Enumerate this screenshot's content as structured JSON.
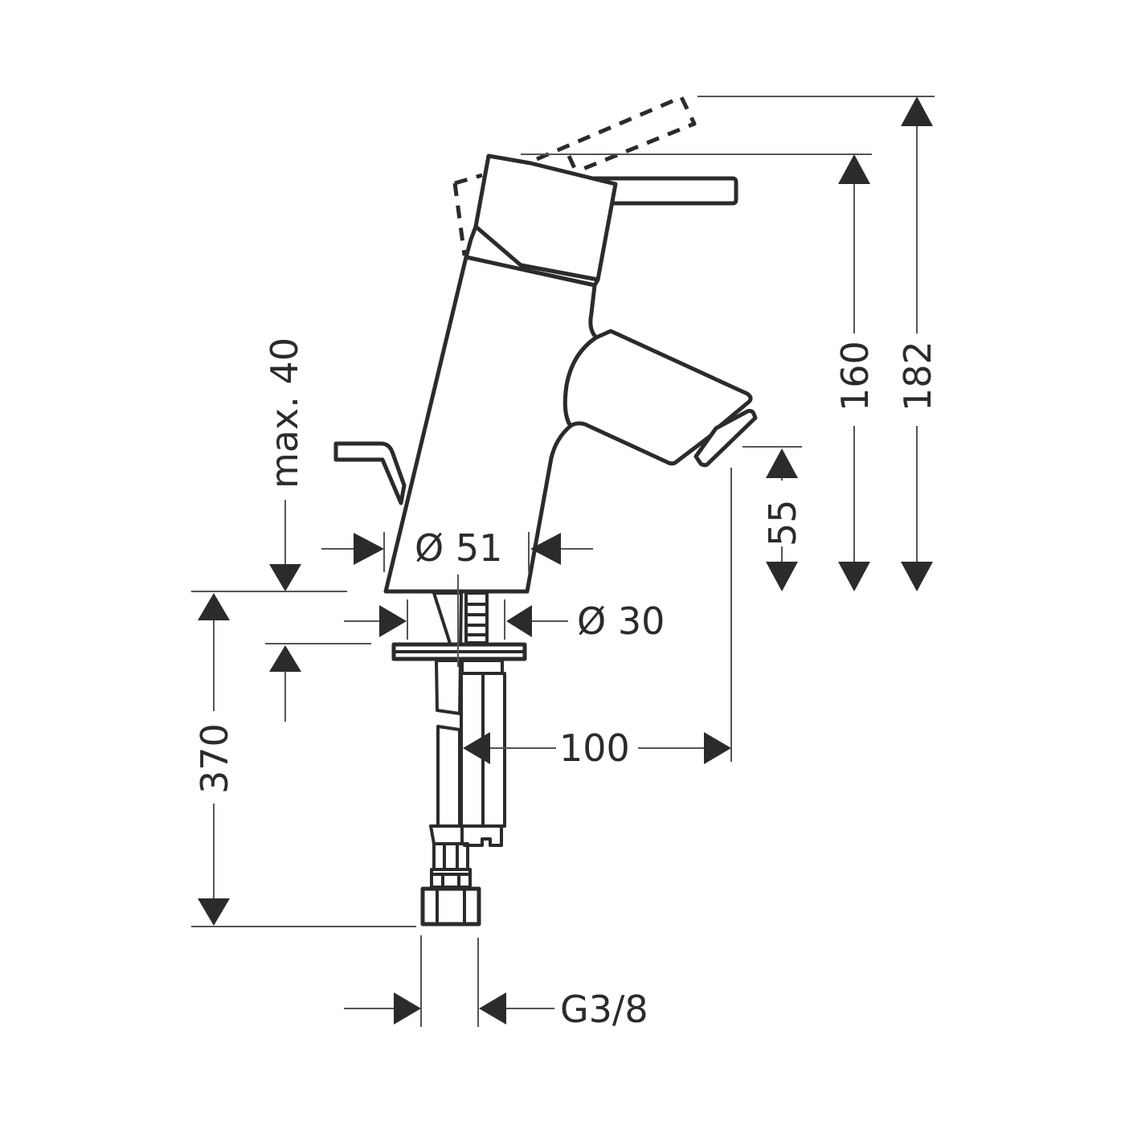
{
  "drawing": {
    "subject": "Single-lever basin mixer tap with pop-up waste",
    "units": "mm",
    "line_color": "#2b2b2b",
    "dimension_line_color": "#555555",
    "background": "#ffffff"
  },
  "dimensions": {
    "height_to_lever_top": "182",
    "height_to_body_top": "160",
    "spout_height": "55",
    "max_deck_thickness": "max. 40",
    "base_diameter": "Ø 51",
    "mounting_hole_diameter": "Ø 30",
    "spout_reach": "100",
    "supply_hose_length": "370",
    "connection_thread": "G3/8"
  }
}
